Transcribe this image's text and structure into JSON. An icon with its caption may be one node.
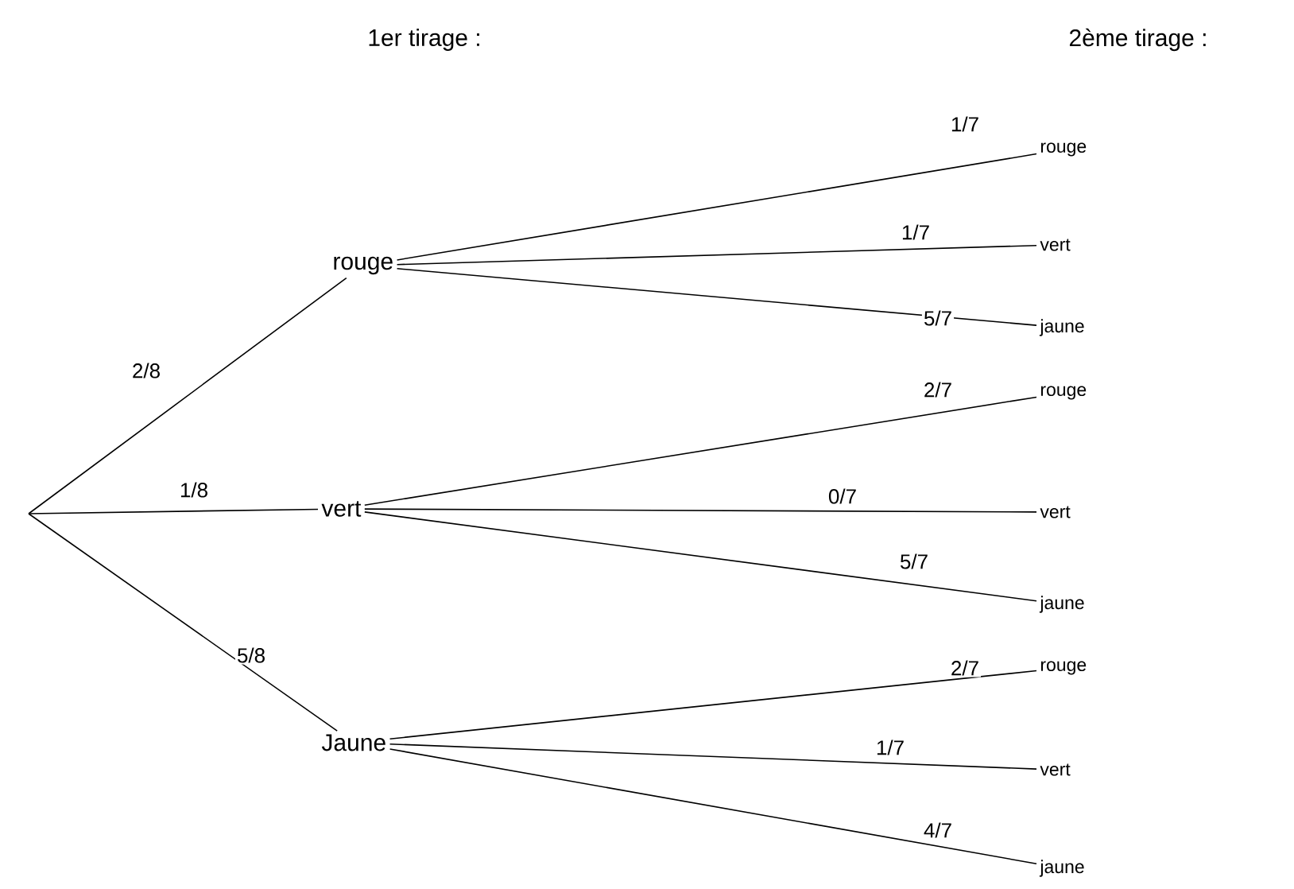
{
  "diagram": {
    "nodes": [
      {
        "text": [
          "rouge"
        ]
      },
      {
        "text": [
          "vert"
        ]
      },
      {
        "text": [
          "Jaune"
        ]
      },
      {
        "text": [
          "rouge"
        ]
      },
      {
        "text": [
          "vert"
        ]
      },
      {
        "text": [
          "jaune"
        ]
      },
      {
        "text": [
          "rouge"
        ]
      },
      {
        "text": [
          "vert"
        ]
      },
      {
        "text": [
          "jaune"
        ]
      },
      {
        "text": [
          "rouge"
        ]
      },
      {
        "text": [
          "vert"
        ]
      },
      {
        "text": [
          "jaune"
        ]
      }
    ],
    "edges": [
      {
        "from": null,
        "to": 0,
        "arrow": "none",
        "label": "2/8"
      },
      {
        "from": null,
        "to": 1,
        "arrow": "none",
        "label": "1/8"
      },
      {
        "from": null,
        "to": 2,
        "arrow": "none",
        "label": "5/8"
      },
      {
        "from": 0,
        "to": 3,
        "arrow": "none",
        "label": "1/7"
      },
      {
        "from": 0,
        "to": 4,
        "arrow": "none",
        "label": "1/7"
      },
      {
        "from": 0,
        "to": 5,
        "arrow": "none",
        "label": "5/7"
      },
      {
        "from": 1,
        "to": 6,
        "arrow": "none",
        "label": "2/7"
      },
      {
        "from": 1,
        "to": 7,
        "arrow": "none",
        "label": "0/7"
      },
      {
        "from": 1,
        "to": 8,
        "arrow": "none",
        "label": "5/7"
      },
      {
        "from": 2,
        "to": 9,
        "arrow": "none",
        "label": "2/7"
      },
      {
        "from": 2,
        "to": 10,
        "arrow": "none",
        "label": "1/7"
      },
      {
        "from": 2,
        "to": 11,
        "arrow": "none",
        "label": "4/7"
      }
    ],
    "labels": [
      "1er tirage :",
      "2ème tirage :"
    ]
  }
}
